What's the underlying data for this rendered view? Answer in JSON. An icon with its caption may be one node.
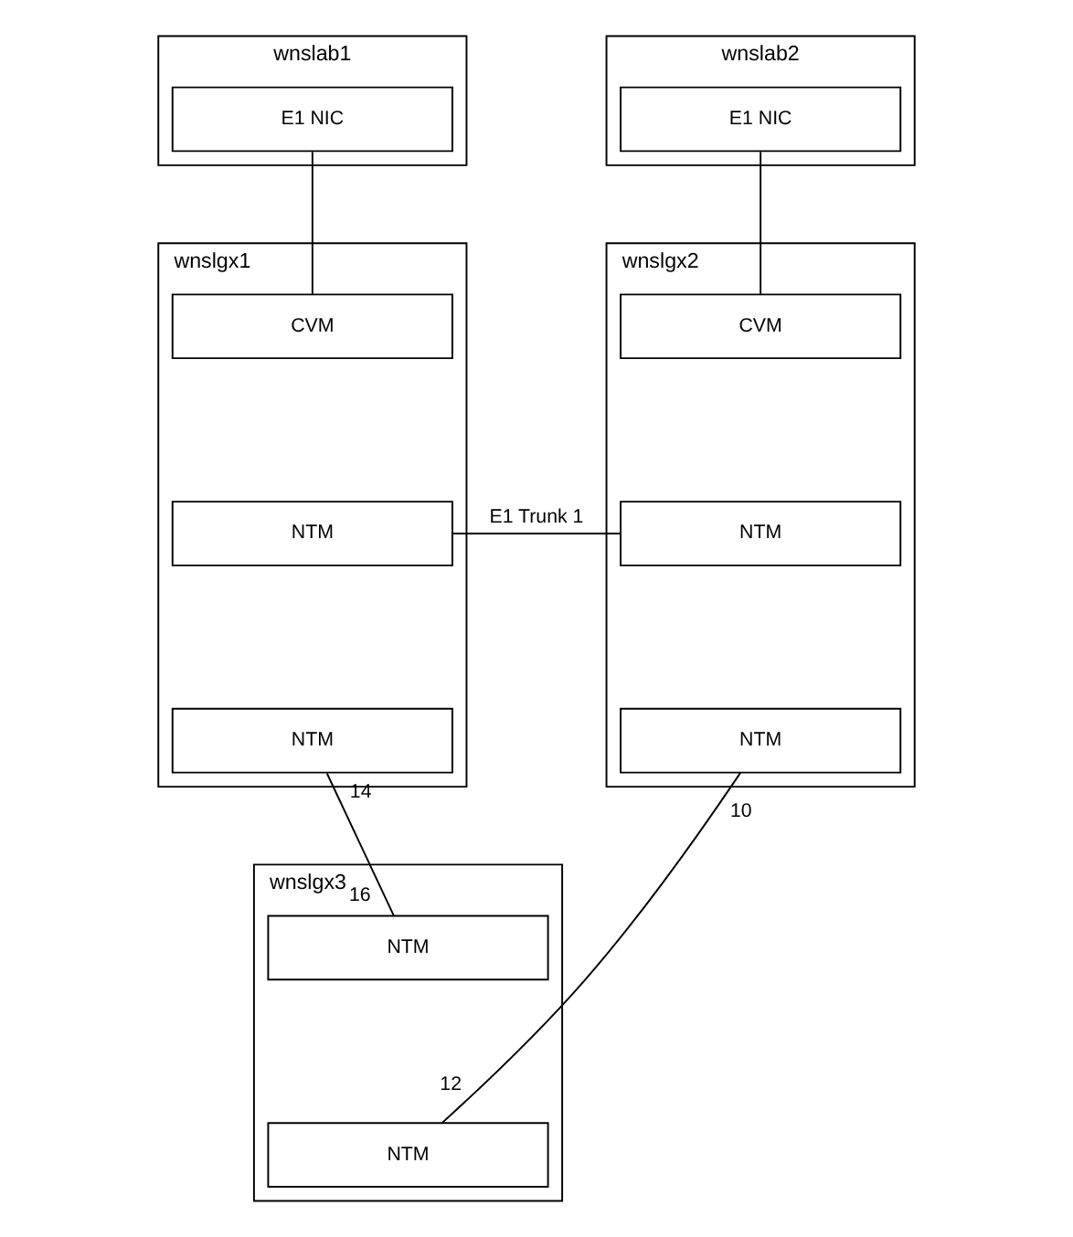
{
  "diagram": {
    "nodes": [
      {
        "text": [
          "wnslab1"
        ]
      },
      {
        "text": [
          "E1 NIC"
        ],
        "in": 0
      },
      {
        "text": [
          "wnslab2"
        ]
      },
      {
        "text": [
          "E1 NIC"
        ],
        "in": 2
      },
      {
        "text": [
          "wnslgx1"
        ]
      },
      {
        "text": [
          "CVM"
        ],
        "in": 4
      },
      {
        "text": [
          "NTM"
        ],
        "in": 4
      },
      {
        "text": [
          "NTM"
        ],
        "in": 4,
        "beside": [
          "14"
        ]
      },
      {
        "text": [
          "wnslgx2"
        ]
      },
      {
        "text": [
          "CVM"
        ],
        "in": 8
      },
      {
        "text": [
          "NTM"
        ],
        "in": 8
      },
      {
        "text": [
          "NTM"
        ],
        "in": 8,
        "beside": [
          "10"
        ]
      },
      {
        "text": [
          "wnslgx3"
        ]
      },
      {
        "text": [
          "NTM"
        ],
        "in": 12,
        "beside": [
          "16"
        ]
      },
      {
        "text": [
          "NTM"
        ],
        "in": 12,
        "beside": [
          "12"
        ]
      }
    ],
    "edges": [
      {
        "from": 1,
        "to": 5,
        "arrow": "none"
      },
      {
        "from": 3,
        "to": 9,
        "arrow": "none"
      },
      {
        "from": 6,
        "to": 10,
        "arrow": "none",
        "label": "E1 Trunk 1"
      },
      {
        "from": 7,
        "to": 13,
        "arrow": "none"
      },
      {
        "from": 11,
        "to": 14,
        "arrow": "none"
      }
    ]
  }
}
